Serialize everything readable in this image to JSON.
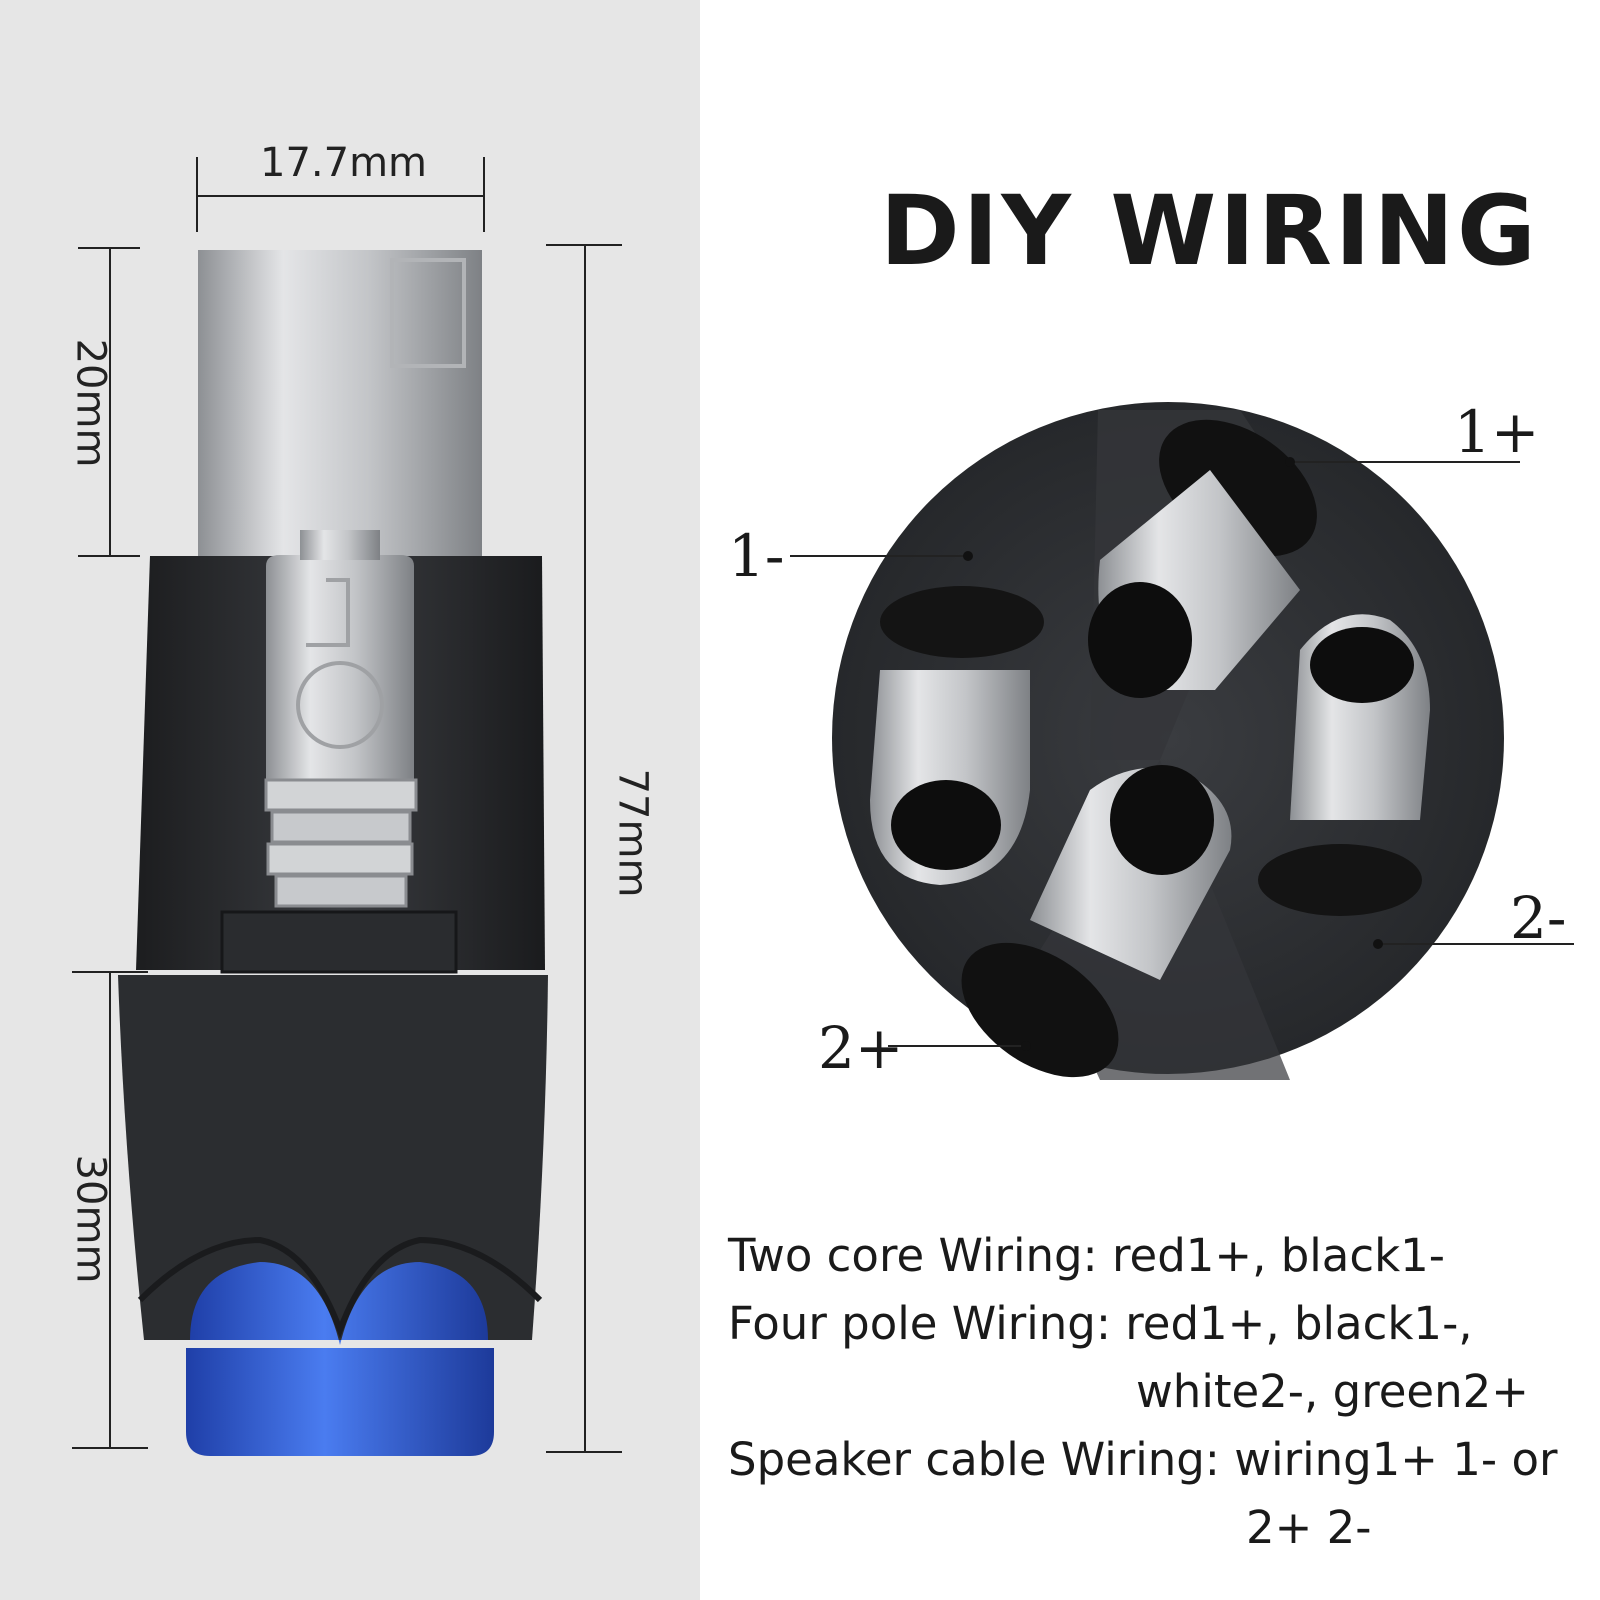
{
  "dimensions": {
    "width_label": "17.7mm",
    "head_length_label": "20mm",
    "total_length_label": "77mm",
    "boot_length_label": "30mm"
  },
  "title": "DIY WIRING",
  "pins": {
    "one_plus": "1+",
    "one_minus": "1-",
    "two_minus": "2-",
    "two_plus": "2+"
  },
  "wiring": {
    "two_core": "Two core Wiring: red1+, black1-",
    "four_pole_line1": "Four pole Wiring: red1+, black1-,",
    "four_pole_line2": "white2-, green2+",
    "speaker_line1": "Speaker cable Wiring: wiring1+ 1- or",
    "speaker_line2": "2+ 2-"
  },
  "colors": {
    "panel_background": "#e6e6e6",
    "connector_body": "#2b2d30",
    "metal": "#c9cbce",
    "accent_blue": "#2f5fd6"
  }
}
